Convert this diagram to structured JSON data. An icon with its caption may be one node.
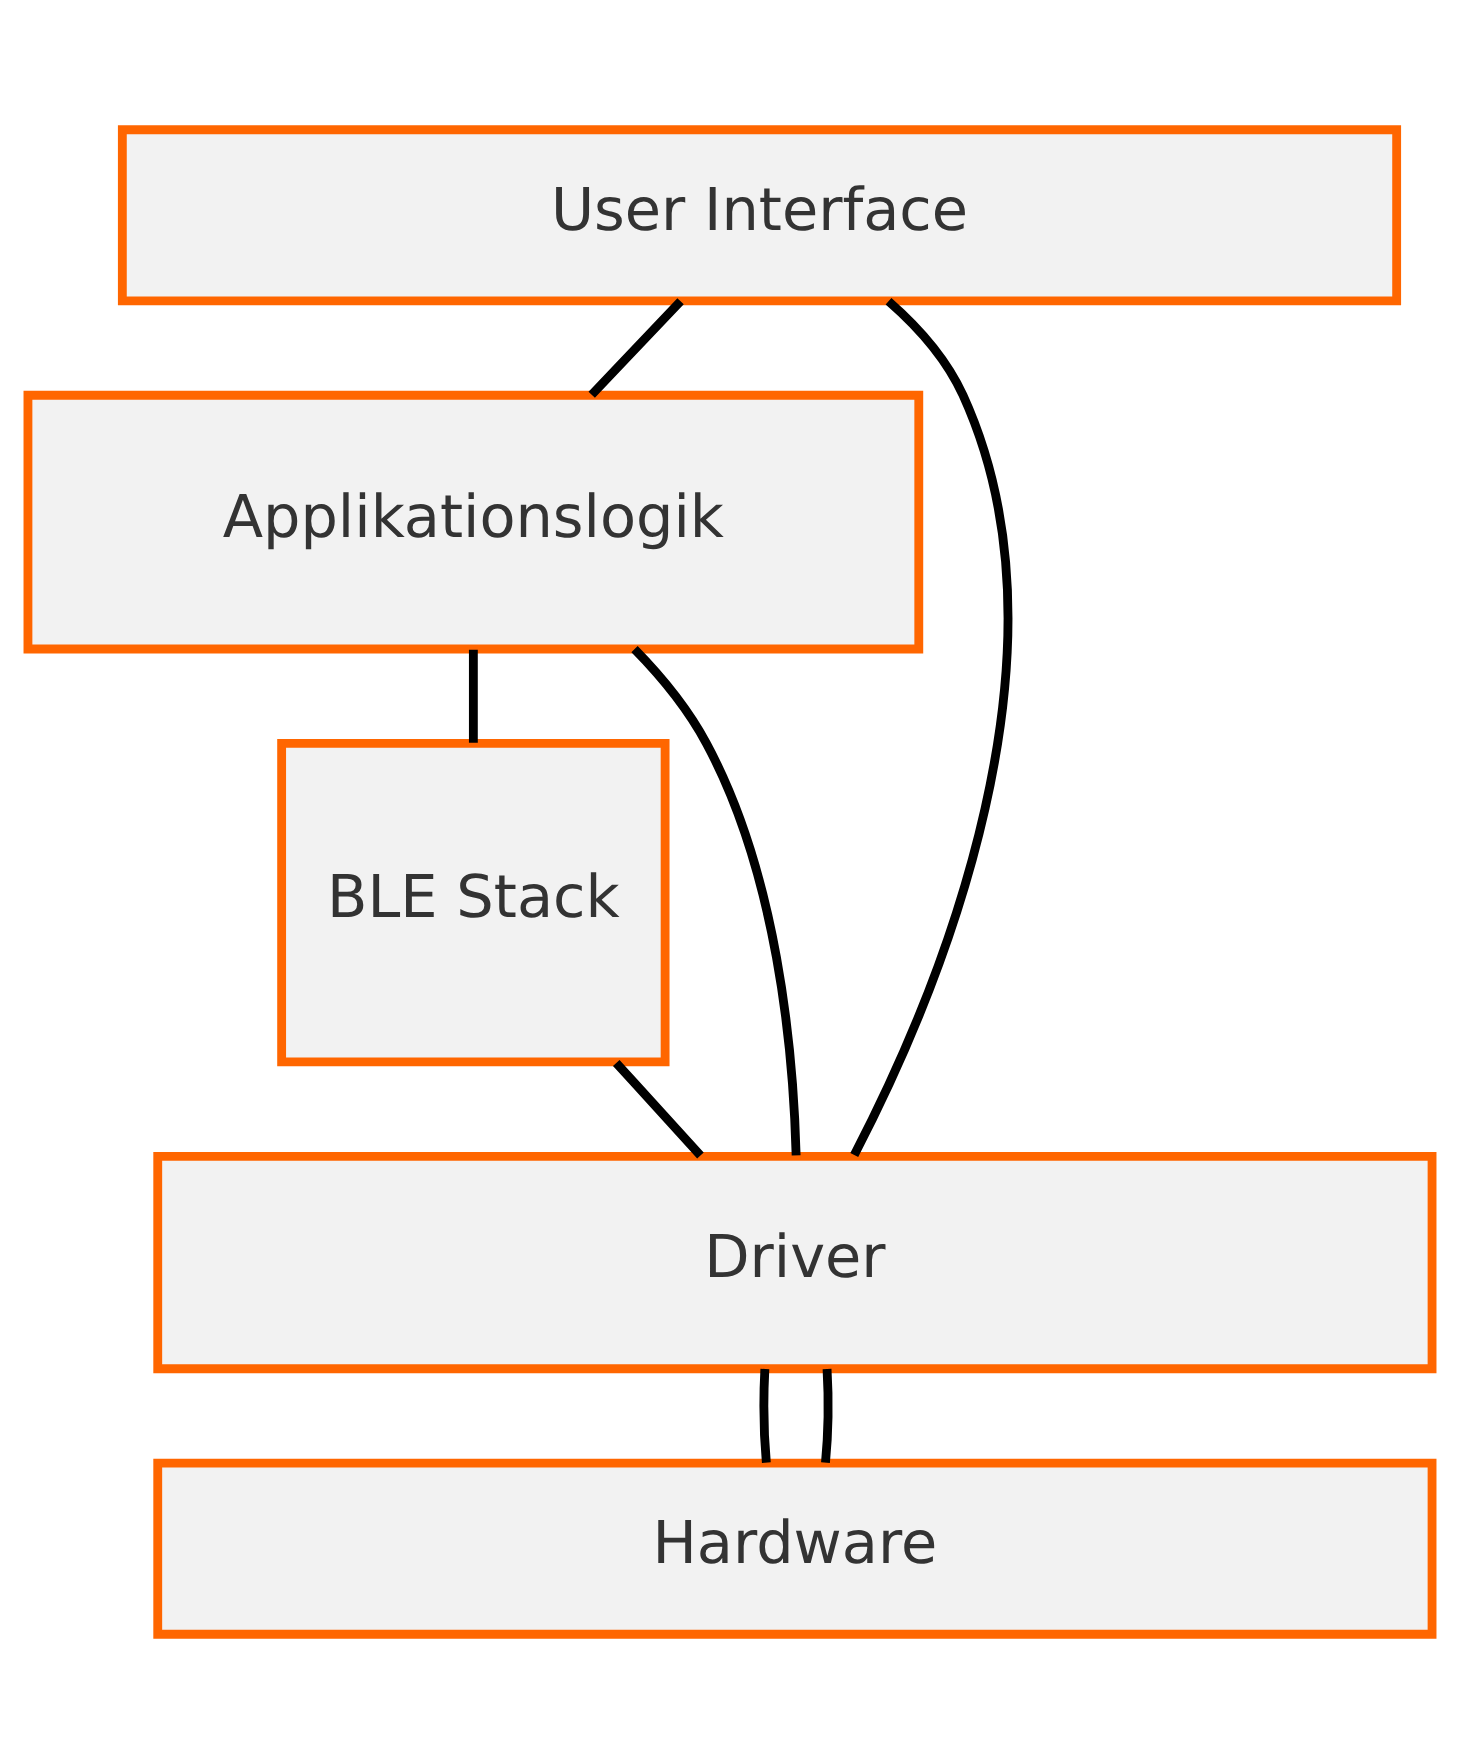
{
  "diagram": {
    "nodes": [
      {
        "text": [
          "User Interface"
        ]
      },
      {
        "text": [
          "Applikationslogik"
        ]
      },
      {
        "text": [
          "BLE Stack"
        ]
      },
      {
        "text": [
          "Driver"
        ]
      },
      {
        "text": [
          "Hardware"
        ]
      }
    ],
    "edges": [
      {
        "from": 0,
        "to": 1,
        "arrow": "none"
      },
      {
        "from": 0,
        "to": 3,
        "arrow": "none"
      },
      {
        "from": 1,
        "to": 2,
        "arrow": "none"
      },
      {
        "from": 1,
        "to": 3,
        "arrow": "none"
      },
      {
        "from": 2,
        "to": 3,
        "arrow": "none"
      },
      {
        "from": 3,
        "to": 4,
        "arrow": "none"
      },
      {
        "from": 3,
        "to": 4,
        "arrow": "none"
      }
    ]
  }
}
